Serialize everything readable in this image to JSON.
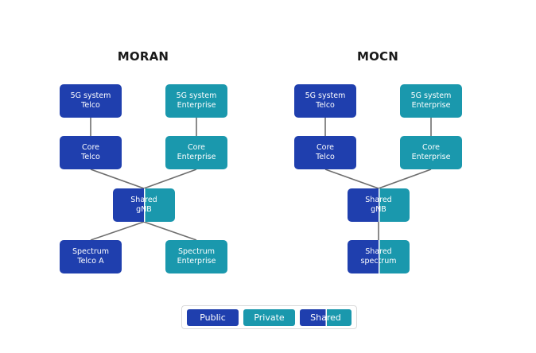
{
  "diagrams": [
    {
      "title": "MORAN",
      "nodes": {
        "system_telco": {
          "line1": "5G system",
          "line2": "Telco",
          "type": "public"
        },
        "system_enterprise": {
          "line1": "5G system",
          "line2": "Enterprise",
          "type": "private"
        },
        "core_telco": {
          "line1": "Core",
          "line2": "Telco",
          "type": "public"
        },
        "core_enterprise": {
          "line1": "Core",
          "line2": "Enterprise",
          "type": "private"
        },
        "shared_gnb": {
          "line1": "Shared",
          "line2": "gNB",
          "type": "shared"
        },
        "spectrum_telco": {
          "line1": "Spectrum",
          "line2": "Telco A",
          "type": "public"
        },
        "spectrum_enterprise": {
          "line1": "Spectrum",
          "line2": "Enterprise",
          "type": "private"
        }
      }
    },
    {
      "title": "MOCN",
      "nodes": {
        "system_telco": {
          "line1": "5G system",
          "line2": "Telco",
          "type": "public"
        },
        "system_enterprise": {
          "line1": "5G system",
          "line2": "Enterprise",
          "type": "private"
        },
        "core_telco": {
          "line1": "Core",
          "line2": "Telco",
          "type": "public"
        },
        "core_enterprise": {
          "line1": "Core",
          "line2": "Enterprise",
          "type": "private"
        },
        "shared_gnb": {
          "line1": "Shared",
          "line2": "gNB",
          "type": "shared"
        },
        "shared_spectrum": {
          "line1": "Shared",
          "line2": "spectrum",
          "type": "shared"
        }
      }
    }
  ],
  "legend": {
    "public": "Public",
    "private": "Private",
    "shared": "Shared"
  },
  "colors": {
    "public": "#1f3fae",
    "private": "#1a98ad",
    "connector": "#6e6e6e"
  }
}
